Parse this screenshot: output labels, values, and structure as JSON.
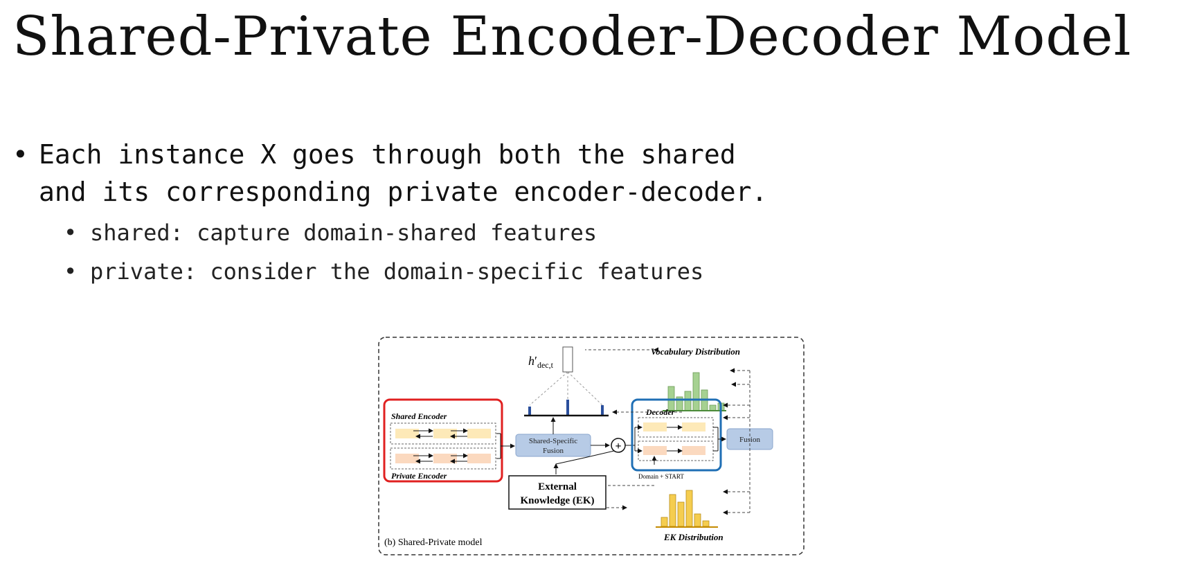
{
  "slide": {
    "title": "Shared-Private Encoder-Decoder Model",
    "bullets": [
      {
        "text_line1": "Each instance X goes through both the shared",
        "text_line2": "and its corresponding private encoder-decoder."
      },
      {
        "text": "shared: capture domain-shared features"
      },
      {
        "text": "private: consider the domain-specific features"
      }
    ],
    "bullet_glyph": "•"
  },
  "figure": {
    "caption": "(b) Shared-Private model",
    "vocab_dist_label": "Vocabulary Distribution",
    "ek_dist_label": "EK Distribution",
    "shared_encoder_label": "Shared Encoder",
    "private_encoder_label": "Private Encoder",
    "fusion_box_line1": "Shared-Specific",
    "fusion_box_line2": "Fusion",
    "decoder_label": "Decoder",
    "fusion_label": "Fusion",
    "ek_line1": "External",
    "ek_line2": "Knowledge (EK)",
    "domain_start": "Domain + START",
    "hidden_state_main": "h",
    "hidden_state_sub": "dec,t",
    "hidden_state_prime": "′",
    "plus_symbol": "+",
    "colors": {
      "encoder_border": "#e02020",
      "decoder_border": "#1f6fb5",
      "vocab_bar": "#a6d191",
      "ek_bar": "#f5cd4f",
      "box_fill": "#b7cbe6",
      "cell_fill": "#fde9b8"
    }
  }
}
